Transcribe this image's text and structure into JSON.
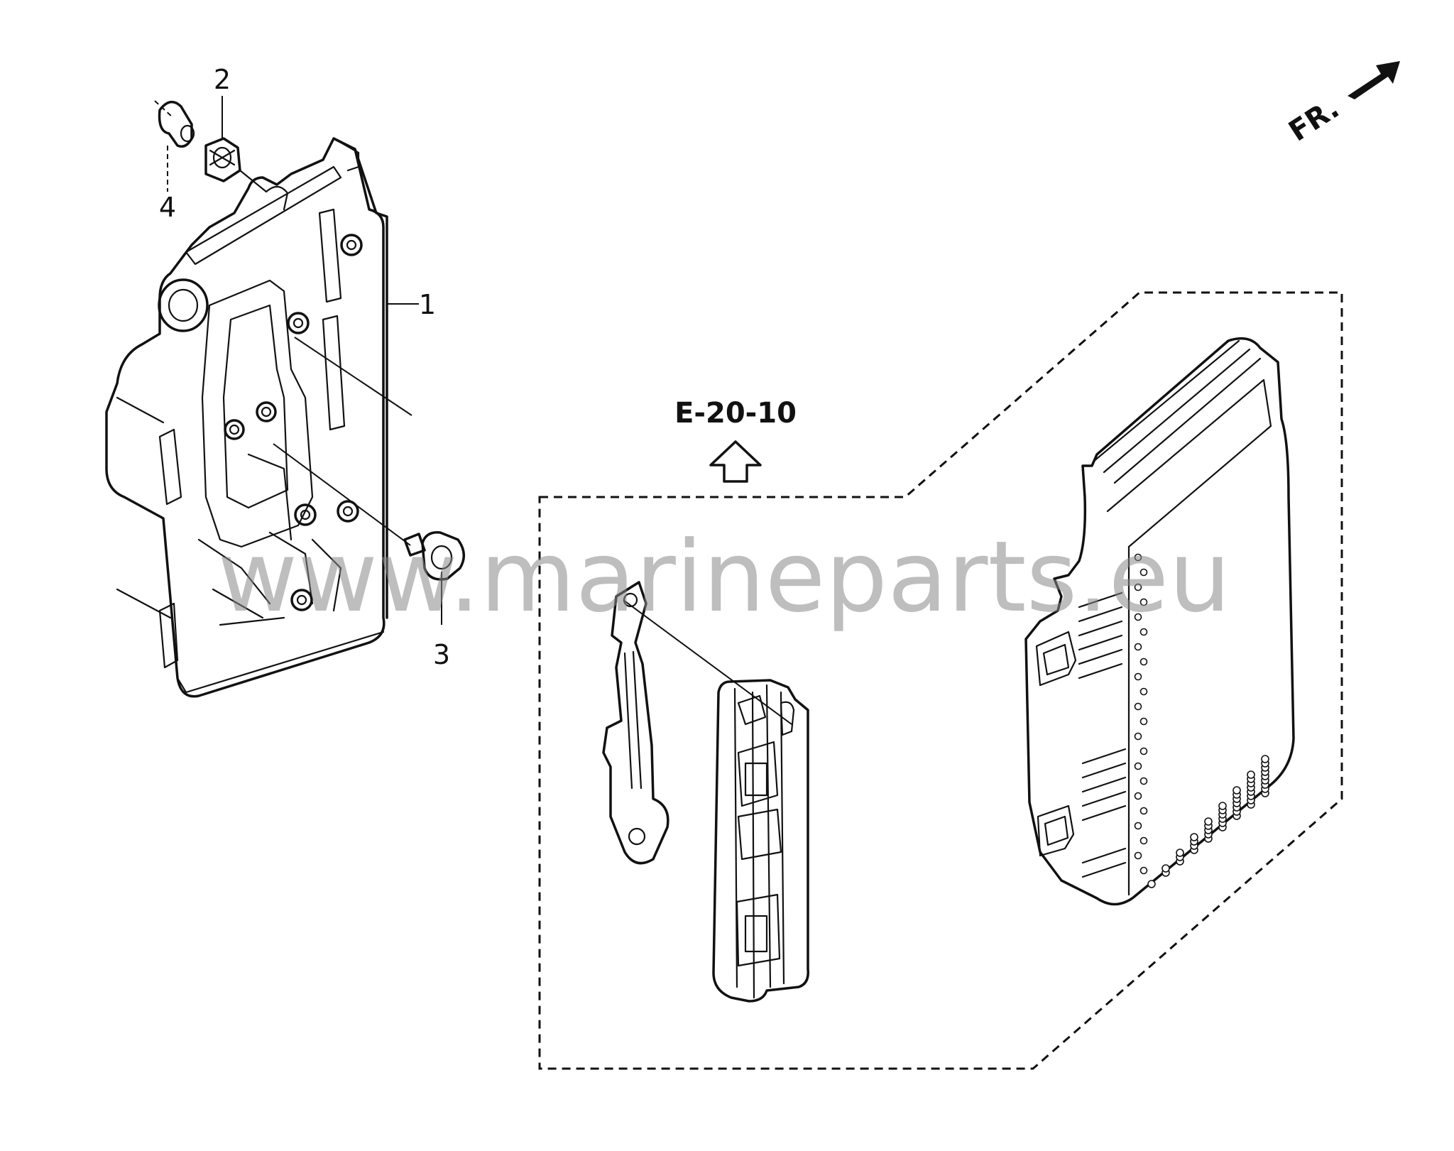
{
  "callouts": {
    "part_1": "1",
    "part_2": "2",
    "part_3": "3",
    "part_4": "4"
  },
  "reference": {
    "label": "E-20-10"
  },
  "orientation": {
    "label": "FR."
  },
  "watermark": {
    "text": "www.marineparts.eu"
  }
}
